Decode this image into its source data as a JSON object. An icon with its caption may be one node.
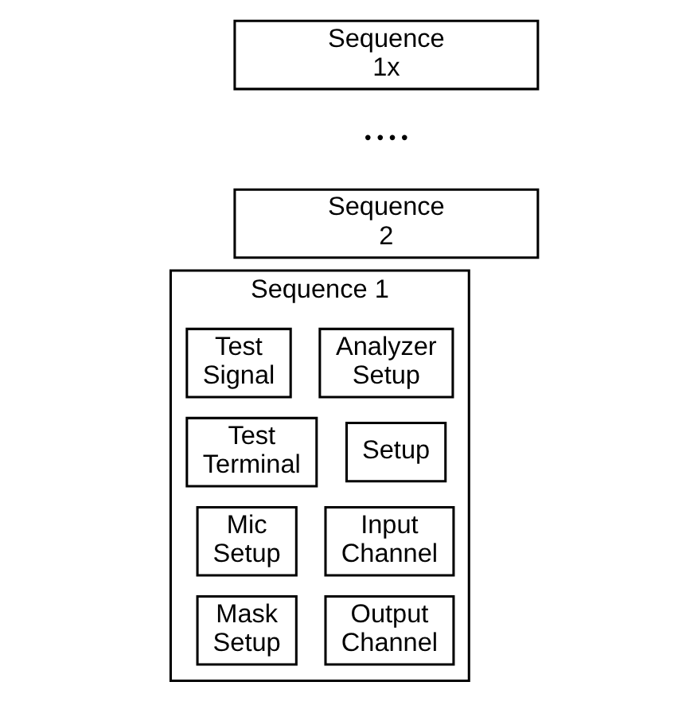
{
  "diagram": {
    "nodes": [
      {
        "text": [
          "Sequence 1x"
        ]
      },
      {
        "text": [
          "Sequence 2"
        ]
      },
      {
        "text": [
          "Sequence 1"
        ]
      },
      {
        "text": [
          "Analyzer Setup"
        ],
        "in": 2
      },
      {
        "text": [
          "Test Signal"
        ],
        "in": 2
      },
      {
        "text": [
          "Setup"
        ],
        "in": 2
      },
      {
        "text": [
          "Test Terminal"
        ],
        "in": 2
      },
      {
        "text": [
          "Input Channel"
        ],
        "in": 2
      },
      {
        "text": [
          "Mic Setup"
        ],
        "in": 2
      },
      {
        "text": [
          "Output Channel"
        ],
        "in": 2
      },
      {
        "text": [
          "Mask Setup"
        ],
        "in": 2
      }
    ],
    "edges": [],
    "labels": [
      "• • • •"
    ]
  }
}
